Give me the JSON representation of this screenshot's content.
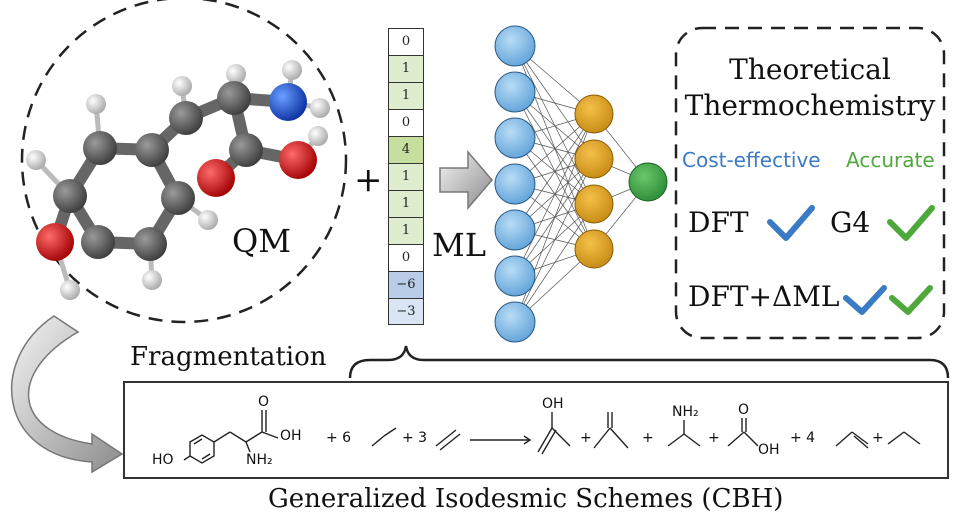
{
  "labels": {
    "qm": "QM",
    "plus": "+",
    "ml": "ML",
    "fragmentation": "Fragmentation",
    "cbh": "Generalized Isodesmic Schemes (CBH)"
  },
  "thermo_panel": {
    "title": "Theoretical Thermochemistry",
    "cost_effective": "Cost-effective",
    "accurate": "Accurate",
    "dft": "DFT",
    "g4": "G4",
    "dft_ml": "DFT+ΔML"
  },
  "feature_vector": [
    "0",
    "1",
    "1",
    "0",
    "4",
    "1",
    "1",
    "1",
    "0",
    "−6",
    "−3"
  ],
  "reaction": {
    "reactant_oh": "HO",
    "reactant_cooh": "OH",
    "reactant_o": "O",
    "reactant_nh2": "NH₂",
    "coef_ethane": "+ 6",
    "coef_ethene": "+ 3",
    "plus": "+",
    "coef_propene": "+ 4",
    "p1_oh": "OH",
    "p3_nh2": "NH₂",
    "p4_o": "O",
    "p4_oh": "OH"
  },
  "colors": {
    "cost_effective": "#3b7ac4",
    "accurate": "#4fa83c",
    "input_node": "#8ec3ec",
    "hidden_node": "#e0a020",
    "output_node": "#3ea34a"
  }
}
